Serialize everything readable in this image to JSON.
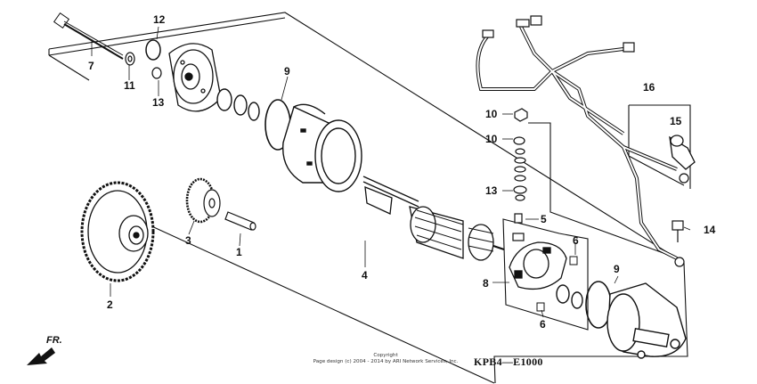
{
  "diagram": {
    "code": "KPB4—E1000",
    "copyright_line1": "Copyright",
    "copyright_line2": "Page design (c) 2004 - 2014 by ARI Network Services, Inc.",
    "direction_label": "FR.",
    "callouts": [
      "7",
      "12",
      "11",
      "13",
      "9",
      "2",
      "3",
      "1",
      "4",
      "10",
      "10",
      "13",
      "5",
      "6",
      "8",
      "6",
      "9",
      "16",
      "15",
      "14"
    ]
  }
}
